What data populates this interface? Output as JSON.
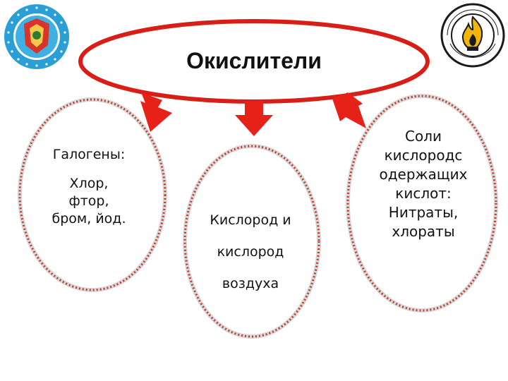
{
  "title": "Окислители",
  "nodes": {
    "halogens": {
      "heading": "Галогены:",
      "lines": [
        "Хлор,",
        "фтор,",
        "бром, йод."
      ]
    },
    "oxygen": {
      "lines": [
        "Кислород и",
        "кислород",
        "воздуха"
      ]
    },
    "salts": {
      "lines": [
        "Соли",
        "кислородс",
        "одержащих",
        "кислот:",
        "Нитраты,",
        "хлораты"
      ]
    }
  },
  "colors": {
    "ellipse_outline": "#d91e18",
    "arrow": "#e62117",
    "dotted_border": "#c0392b",
    "logo_left": "#2a9fd6",
    "logo_right": "#1a1a1a",
    "flame": "#f2b705"
  }
}
